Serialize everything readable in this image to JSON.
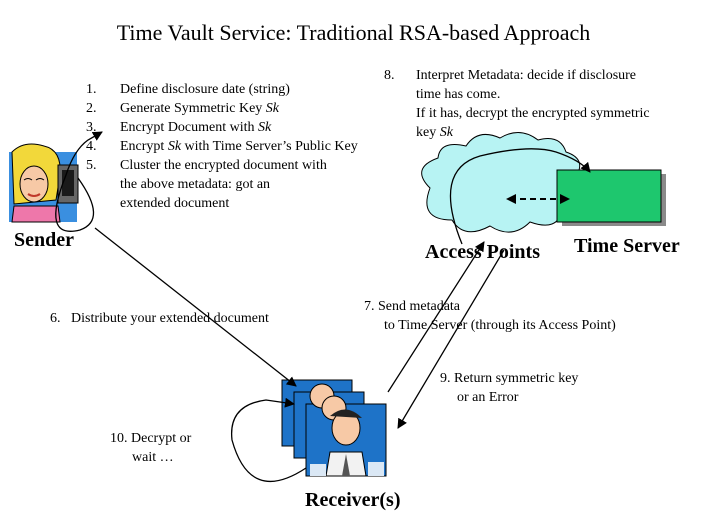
{
  "title": "Time Vault Service: Traditional RSA-based Approach",
  "sender_steps": [
    {
      "num": "1.",
      "text": "Define disclosure date (string)"
    },
    {
      "num": "2.",
      "text": "Generate Symmetric Key ",
      "key": "Sk"
    },
    {
      "num": "3.",
      "text": "Encrypt Document with ",
      "key": "Sk"
    },
    {
      "num": "4.",
      "text": "Encrypt ",
      "key": "Sk",
      "text2": " with Time Server’s Public Key"
    },
    {
      "num": "5.",
      "text": "Cluster the encrypted document with"
    }
  ],
  "step5_cont": [
    "the above metadata: got an",
    "extended document"
  ],
  "step8": {
    "num": "8.",
    "lines": [
      "Interpret Metadata: decide if disclosure",
      "time has come.",
      "If it has, decrypt the encrypted symmetric"
    ],
    "last": "key ",
    "key": "Sk"
  },
  "step6": {
    "num": "6.",
    "text": "Distribute your extended document"
  },
  "step7": {
    "lines": [
      "7.  Send metadata",
      "to Time Server (through its Access Point)"
    ]
  },
  "step9": {
    "lines": [
      "9. Return symmetric key",
      "or an Error"
    ]
  },
  "step10": {
    "lines": [
      "10. Decrypt or",
      "wait …"
    ]
  },
  "labels": {
    "sender": "Sender",
    "access_points": "Access Points",
    "time_server": "Time Server",
    "receivers": "Receiver(s)"
  },
  "colors": {
    "cloud": "#b7f3f3",
    "server_box": "#1ec76e",
    "receiver_bg": "#1e73c8",
    "sender_hair": "#f2d83a",
    "arrow": "#000000"
  }
}
